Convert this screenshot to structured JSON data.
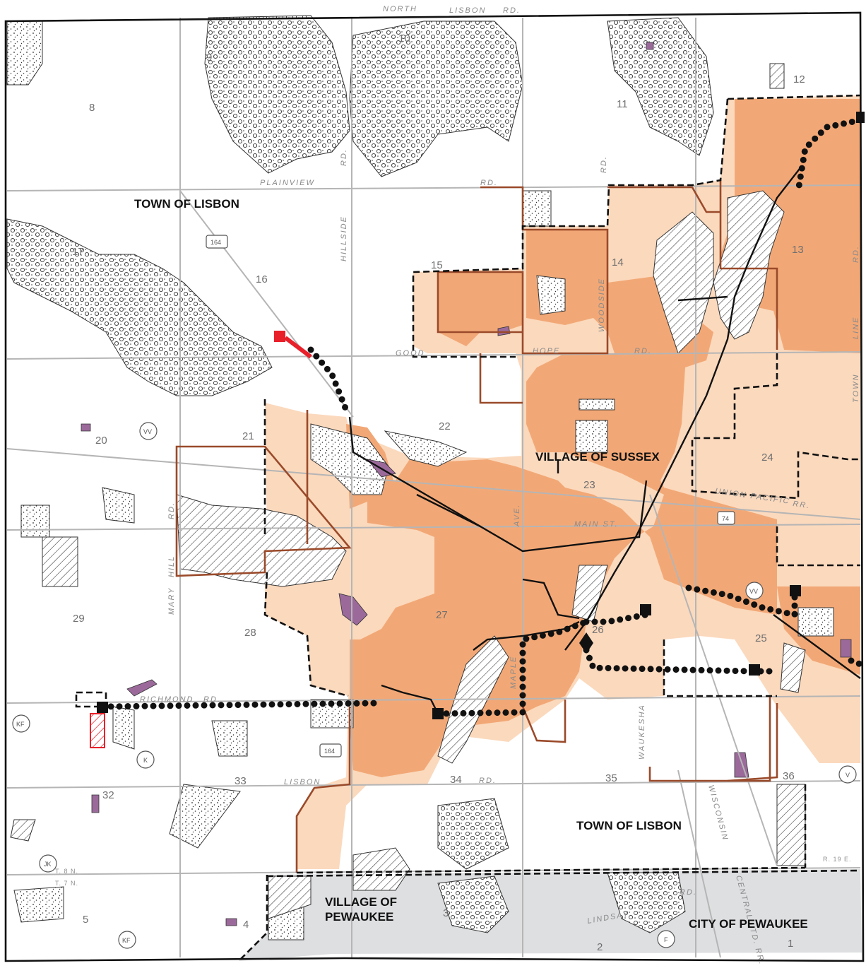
{
  "map": {
    "town_labels": {
      "town_lisbon_north": "TOWN OF LISBON",
      "village_sussex": "VILLAGE OF SUSSEX",
      "town_lisbon_south": "TOWN OF LISBON",
      "village_pewaukee_1": "VILLAGE OF",
      "village_pewaukee_2": "PEWAUKEE",
      "city_pewaukee": "CITY OF PEWAUKEE"
    },
    "road_labels": {
      "north": "NORTH",
      "lisbon_top": "LISBON",
      "rd_top": "RD.",
      "plainview": "PLAINVIEW",
      "plainview_rd": "RD.",
      "hillside": "HILLSIDE",
      "hillside_rd": "RD.",
      "rd_east": "RD.",
      "good": "GOOD",
      "hope": "HOPE",
      "hope_rd": "RD.",
      "woodside": "WOODSIDE",
      "union_pacific": "UNION PACIFIC",
      "rr": "RR.",
      "main_st": "MAIN ST.",
      "ave": "AVE.",
      "richmond": "RICHMOND",
      "richmond_rd": "RD.",
      "mary": "MARY",
      "hill": "HILL",
      "rd_mary": "RD.",
      "maple": "MAPLE",
      "waukesha": "WAUKESHA",
      "lisbon_bottom": "LISBON",
      "lisbon_rd_bottom": "RD.",
      "wisconsin": "WISCONSIN",
      "central_ltd_rr": "CENTRAL LTD. RR.",
      "lindsay": "LINDSAY",
      "lindsay_rd": "RD.",
      "line": "LINE",
      "rd_line": "RD.",
      "town": "TOWN"
    },
    "grid_labels": {
      "t8n": "T. 8 N.",
      "t7n": "T. 7 N.",
      "r19e": "R. 19 E."
    },
    "sections": [
      "1",
      "2",
      "3",
      "4",
      "5",
      "8",
      "9",
      "10",
      "11",
      "12",
      "13",
      "14",
      "15",
      "16",
      "17",
      "20",
      "21",
      "22",
      "23",
      "24",
      "25",
      "26",
      "27",
      "28",
      "29",
      "32",
      "33",
      "34",
      "35",
      "36"
    ],
    "shields": {
      "s164_a": "164",
      "s164_b": "164",
      "s74": "74",
      "vv_a": "VV",
      "vv_b": "VV",
      "kf_a": "KF",
      "kf_b": "KF",
      "k": "K",
      "jk": "JK",
      "v": "V",
      "f": "F"
    },
    "colors": {
      "sewer_service_area_dark": "#F2A876",
      "sewer_service_area_light": "#FBD9BD",
      "environmental_corridor_stipple": "#FFFFFF",
      "wetland_purple": "#9B6A9B",
      "boundary_brown": "#9A4A2A",
      "pewaukee_gray": "#DEDFE1",
      "force_main_black": "#111111",
      "proposed_red": "#E8202A",
      "road_gray": "#B5B5B5"
    }
  }
}
